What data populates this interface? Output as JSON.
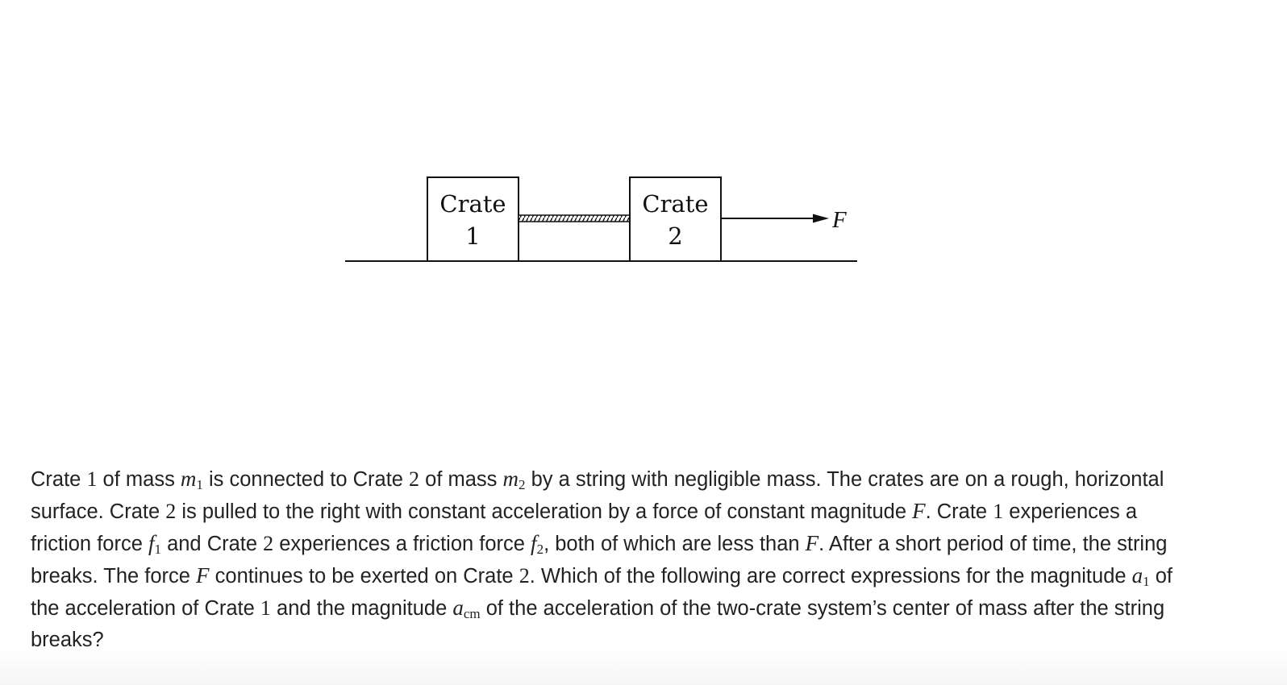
{
  "figure": {
    "crate1_word": "Crate",
    "crate1_number": "1",
    "crate2_word": "Crate",
    "crate2_number": "2",
    "force_label": "F"
  },
  "question": {
    "p1": "Crate ",
    "n1": "1",
    "p2": " of mass ",
    "m1_base": "m",
    "m1_sub": "1",
    "p3": " is connected to Crate ",
    "n2": "2",
    "p4": " of mass ",
    "m2_base": "m",
    "m2_sub": "2",
    "p5": " by a string with negligible mass. The crates are on a rough, horizontal surface. Crate ",
    "n3": "2",
    "p6": " is pulled to the right with constant acceleration by a force of constant magnitude ",
    "F1": "F",
    "p7": ". Crate ",
    "n4": "1",
    "p8": " experiences a friction force ",
    "f1_base": "f",
    "f1_sub": "1",
    "p9": " and Crate ",
    "n5": "2",
    "p10": " experiences a friction force ",
    "f2_base": "f",
    "f2_sub": "2",
    "p11": ", both of which are less than ",
    "F2": "F",
    "p12": ". After a short period of time, the string breaks. The force ",
    "F3": "F",
    "p13": " continues to be exerted on Crate ",
    "n6": "2",
    "p14": ". Which of the following are correct expressions for the magnitude ",
    "a1_base": "a",
    "a1_sub": "1",
    "p15": " of the acceleration of Crate ",
    "n7": "1",
    "p16": " and the magnitude ",
    "acm_base": "a",
    "acm_sub": "cm",
    "p17": " of the acceleration of the two-crate system’s center of mass after the string breaks?"
  }
}
